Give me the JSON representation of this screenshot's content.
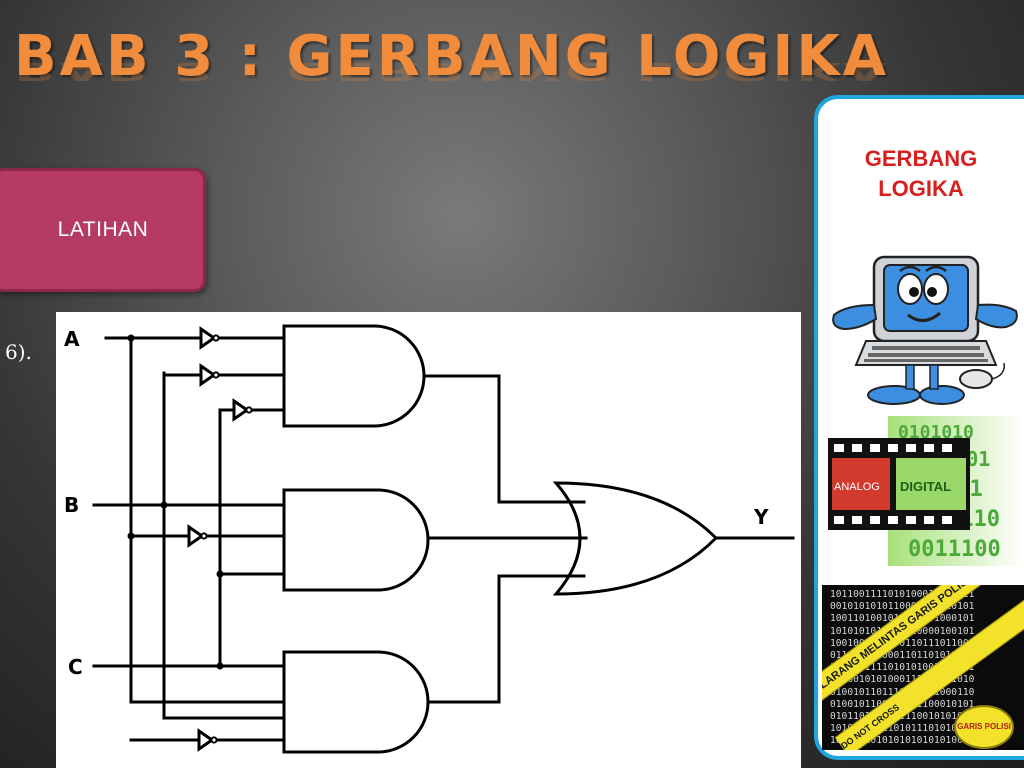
{
  "slide": {
    "title": "BAB 3 : GERBANG LOGIKA",
    "tag_label": "LATIHAN",
    "question_number": "6)."
  },
  "circuit": {
    "inputs": [
      "A",
      "B",
      "C"
    ],
    "output": "Y",
    "gates": [
      {
        "type": "AND",
        "inputs": [
          "NOT A",
          "NOT B",
          "NOT C"
        ]
      },
      {
        "type": "AND",
        "inputs": [
          "B",
          "NOT A",
          "C"
        ]
      },
      {
        "type": "AND",
        "inputs": [
          "C",
          "A",
          "B",
          "NOT A"
        ]
      },
      {
        "type": "OR",
        "inputs": [
          "AND1",
          "AND2",
          "AND3"
        ]
      }
    ]
  },
  "sidebar": {
    "title_line1": "GERBANG",
    "title_line2": "LOGIKA",
    "film_label_left": "ANALOG",
    "film_label_right": "DIGITAL",
    "tape_text": "DILARANG MELINTAS  GARIS POLISI",
    "tape_subtext": "DO NOT CROSS",
    "tape_roll_label": "GARIS POLISI"
  },
  "colors": {
    "title": "#f08c3c",
    "tag_bg": "#b63b63",
    "sidebar_border": "#1fa6df",
    "sidebar_title": "#d81f1f"
  }
}
